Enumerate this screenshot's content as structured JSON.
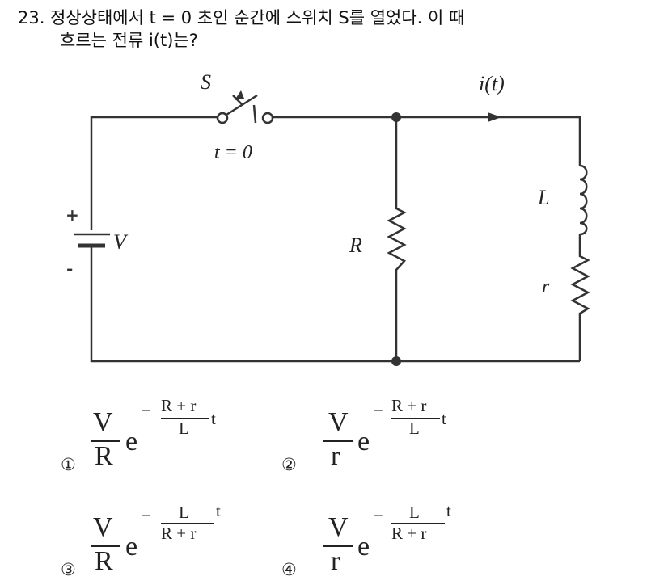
{
  "question": {
    "number": "23.",
    "line1": "정상상태에서 t = 0 초인 순간에 스위치 S를 열었다. 이 때",
    "line2": "흐르는 전류 i(t)는?"
  },
  "circuit": {
    "switch_label": "S",
    "switch_time": "t = 0",
    "current_label": "i(t)",
    "source_label": "V",
    "plus": "+",
    "minus": "-",
    "resistor_R": "R",
    "inductor_L": "L",
    "resistor_r": "r"
  },
  "options": [
    {
      "marker": "①",
      "num": "V",
      "den": "R",
      "base": "e",
      "sign": "−",
      "exp_num": "R + r",
      "exp_den": "L",
      "t": "t"
    },
    {
      "marker": "②",
      "num": "V",
      "den": "r",
      "base": "e",
      "sign": "−",
      "exp_num": "R + r",
      "exp_den": "L",
      "t": "t"
    },
    {
      "marker": "③",
      "num": "V",
      "den": "R",
      "base": "e",
      "sign": "−",
      "exp_num": "L",
      "exp_den": "R + r",
      "t": "t"
    },
    {
      "marker": "④",
      "num": "V",
      "den": "r",
      "base": "e",
      "sign": "−",
      "exp_num": "L",
      "exp_den": "R + r",
      "t": "t"
    }
  ]
}
